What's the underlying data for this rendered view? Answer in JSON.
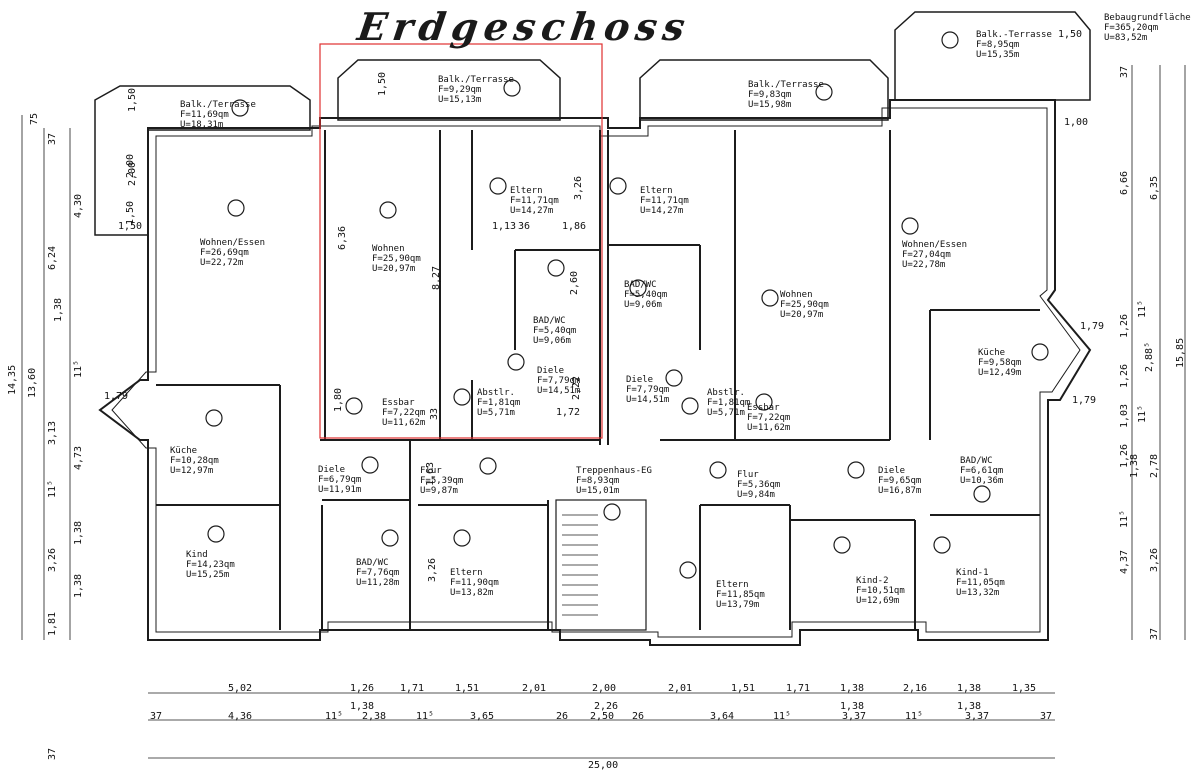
{
  "title": "Erdgeschoss",
  "site_info": {
    "label": "Bebaugrundfläche",
    "F": "F=365,20qm",
    "U": "U=83,52m"
  },
  "rooms": [
    {
      "id": "balk-left",
      "name": "Balk./Terrasse",
      "F": "F=11,69qm",
      "U": "U=18,31m"
    },
    {
      "id": "balk-c1",
      "name": "Balk./Terrasse",
      "F": "F=9,29qm",
      "U": "U=15,13m"
    },
    {
      "id": "balk-c2",
      "name": "Balk./Terrasse",
      "F": "F=9,83qm",
      "U": "U=15,98m"
    },
    {
      "id": "balk-right",
      "name": "Balk.-Terrasse",
      "F": "F=8,95qm",
      "U": "U=15,35m"
    },
    {
      "id": "wohnen-left",
      "name": "Wohnen/Essen",
      "F": "F=26,69qm",
      "U": "U=22,72m"
    },
    {
      "id": "wohnen-c1",
      "name": "Wohnen",
      "F": "F=25,90qm",
      "U": "U=20,97m"
    },
    {
      "id": "eltern-c1",
      "name": "Eltern",
      "F": "F=11,71qm",
      "U": "U=14,27m"
    },
    {
      "id": "eltern-c2",
      "name": "Eltern",
      "F": "F=11,71qm",
      "U": "U=14,27m"
    },
    {
      "id": "wohnen-c2",
      "name": "Wohnen",
      "F": "F=25,90qm",
      "U": "U=20,97m"
    },
    {
      "id": "wohnen-right",
      "name": "Wohnen/Essen",
      "F": "F=27,04qm",
      "U": "U=22,78m"
    },
    {
      "id": "bad-c1",
      "name": "BAD/WC",
      "F": "F=5,40qm",
      "U": "U=9,06m"
    },
    {
      "id": "bad-c2",
      "name": "BAD/WC",
      "F": "F=5,40qm",
      "U": "U=9,06m"
    },
    {
      "id": "kueche-right",
      "name": "Küche",
      "F": "F=9,58qm",
      "U": "U=12,49m"
    },
    {
      "id": "essbar-c1",
      "name": "Essbar",
      "F": "F=7,22qm",
      "U": "U=11,62m"
    },
    {
      "id": "abstr-c1",
      "name": "Abstlr.",
      "F": "F=1,81qm",
      "U": "U=5,71m"
    },
    {
      "id": "diele-c1",
      "name": "Diele",
      "F": "F=7,79qm",
      "U": "U=14,51m"
    },
    {
      "id": "diele-c2",
      "name": "Diele",
      "F": "F=7,79qm",
      "U": "U=14,51m"
    },
    {
      "id": "abstr-c2",
      "name": "Abstlr.",
      "F": "F=1,81qm",
      "U": "U=5,71m"
    },
    {
      "id": "essbar-c2",
      "name": "Essbar",
      "F": "F=7,22qm",
      "U": "U=11,62m"
    },
    {
      "id": "bad-right",
      "name": "BAD/WC",
      "F": "F=6,61qm",
      "U": "U=10,36m"
    },
    {
      "id": "kueche-left",
      "name": "Küche",
      "F": "F=10,28qm",
      "U": "U=12,97m"
    },
    {
      "id": "diele-left",
      "name": "Diele",
      "F": "F=6,79qm",
      "U": "U=11,91m"
    },
    {
      "id": "flur-left",
      "name": "Flur",
      "F": "F=5,39qm",
      "U": "U=9,87m"
    },
    {
      "id": "treppe",
      "name": "Treppenhaus-EG",
      "F": "F=8,93qm",
      "U": "U=15,01m"
    },
    {
      "id": "flur-right",
      "name": "Flur",
      "F": "F=5,36qm",
      "U": "U=9,84m"
    },
    {
      "id": "diele-right",
      "name": "Diele",
      "F": "F=9,65qm",
      "U": "U=16,87m"
    },
    {
      "id": "kind-left",
      "name": "Kind",
      "F": "F=14,23qm",
      "U": "U=15,25m"
    },
    {
      "id": "bad-left",
      "name": "BAD/WC",
      "F": "F=7,76qm",
      "U": "U=11,28m"
    },
    {
      "id": "eltern-left",
      "name": "Eltern",
      "F": "F=11,90qm",
      "U": "U=13,82m"
    },
    {
      "id": "eltern-right",
      "name": "Eltern",
      "F": "F=11,85qm",
      "U": "U=13,79m"
    },
    {
      "id": "kind2",
      "name": "Kind-2",
      "F": "F=10,51qm",
      "U": "U=12,69m"
    },
    {
      "id": "kind1",
      "name": "Kind-1",
      "F": "F=11,05qm",
      "U": "U=13,32m"
    }
  ],
  "inner_dims": [
    "1,50",
    "1,50",
    "2,00",
    "1,50",
    "6,36",
    "8,27",
    "3,26",
    "1,13",
    "36",
    "1,86",
    "2,60",
    "1,80",
    "33",
    "2,22",
    "1,72",
    "1,63",
    "3,26",
    "1,00",
    "1,50",
    "1,79",
    "1,79",
    "1,79"
  ],
  "bottom_dims": {
    "row1": [
      "5,02",
      "1,26",
      "1,71",
      "1,51",
      "2,01",
      "2,00",
      "2,01",
      "1,51",
      "1,71",
      "1,38",
      "2,16",
      "1,38",
      "1,35"
    ],
    "row1b": [
      "1,38",
      "2,26",
      "1,38",
      "1,38"
    ],
    "row2": [
      "37",
      "4,36",
      "11⁵",
      "2,38",
      "11⁵",
      "3,65",
      "26",
      "2,50",
      "26",
      "3,64",
      "11⁵",
      "3,37",
      "11⁵",
      "3,37",
      "37"
    ],
    "total": "25,00"
  },
  "left_dims": {
    "outer": [
      "14,35"
    ],
    "mid": [
      "13,60"
    ],
    "segments": [
      "75",
      "37",
      "1,50",
      "2,00",
      "4,30",
      "6,24",
      "1,38",
      "11⁵",
      "3,13",
      "4,73",
      "11⁵",
      "1,38",
      "3,26",
      "1,38",
      "1,81",
      "37"
    ]
  },
  "right_dims": {
    "outer": [
      "15,85"
    ],
    "segments": [
      "37",
      "6,66",
      "6,35",
      "11⁵",
      "1,26",
      "2,88⁵",
      "1,26",
      "11⁵",
      "1,03",
      "1,26",
      "1,38",
      "2,78",
      "11⁵",
      "4,37",
      "3,26",
      "37"
    ]
  },
  "colors": {
    "line": "#1c1c1c",
    "highlight": "#e03030",
    "paper": "#ffffff"
  }
}
